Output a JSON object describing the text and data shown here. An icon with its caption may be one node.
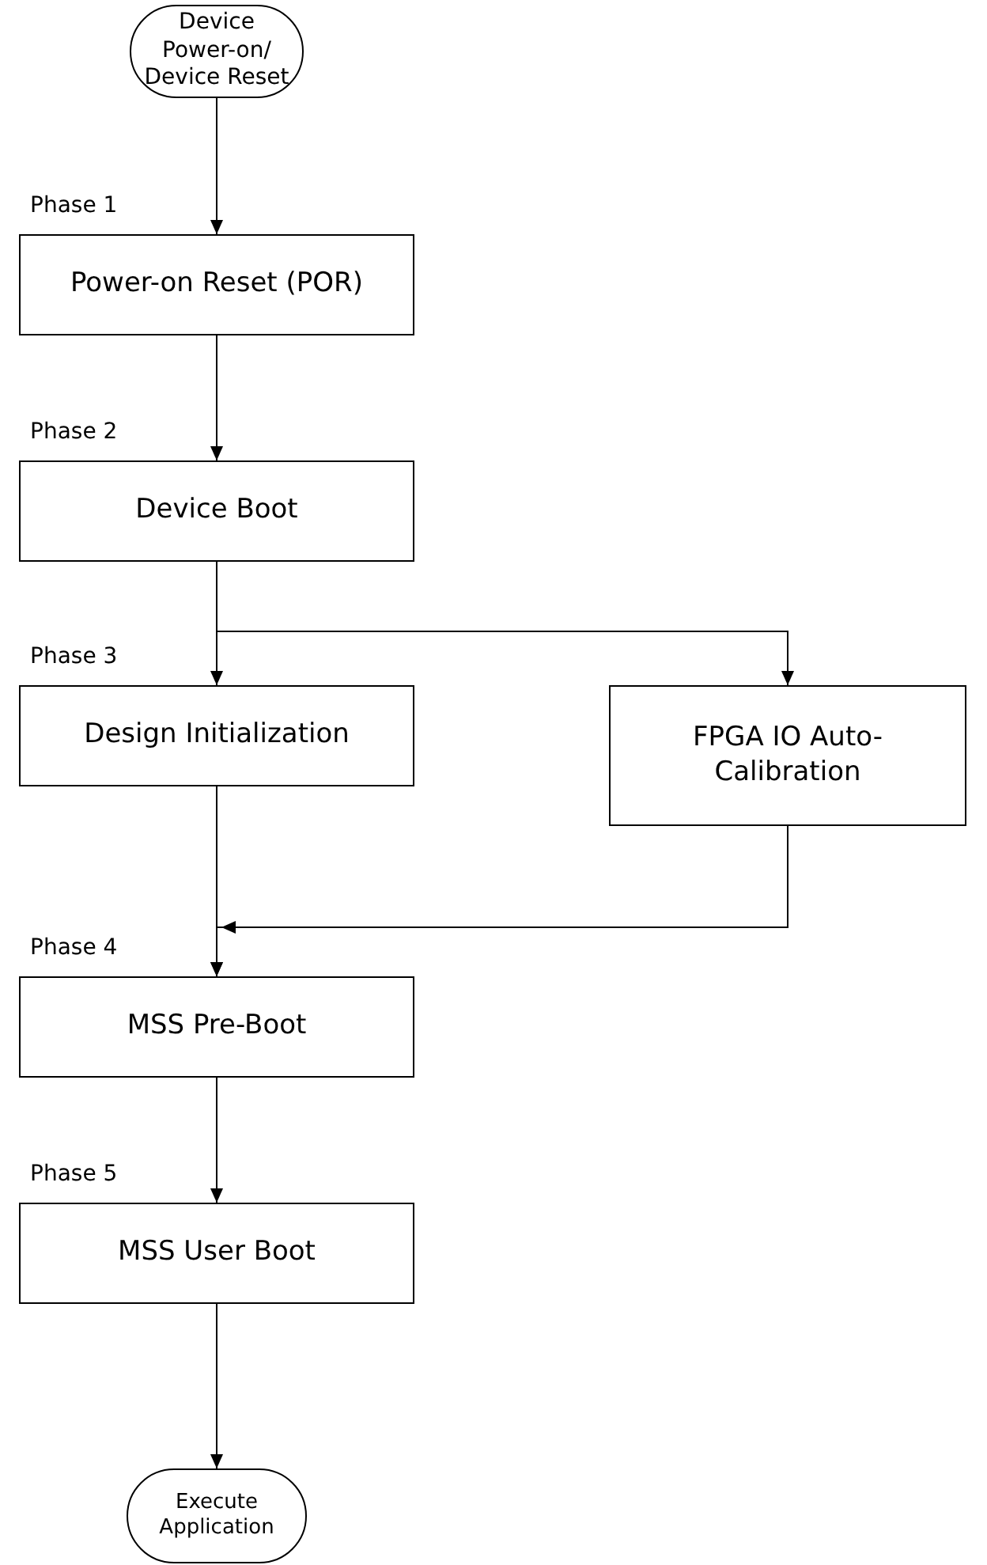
{
  "diagram": {
    "nodes": [
      {
        "text": [
          "Device Power-on/ Device Reset"
        ]
      },
      {
        "text": [
          "Power-on Reset (POR)"
        ],
        "beside": [
          "Phase 1"
        ]
      },
      {
        "text": [
          "Device Boot"
        ],
        "beside": [
          "Phase 2"
        ]
      },
      {
        "text": [
          "Design Initialization"
        ],
        "beside": [
          "Phase 3"
        ]
      },
      {
        "text": [
          "FPGA IO Auto-Calibration"
        ]
      },
      {
        "text": [
          "MSS Pre-Boot"
        ],
        "beside": [
          "Phase 4"
        ]
      },
      {
        "text": [
          "MSS User Boot"
        ],
        "beside": [
          "Phase 5"
        ]
      },
      {
        "text": [
          "Execute Application"
        ]
      }
    ],
    "edges": [
      {
        "from": 0,
        "to": 1,
        "arrow": "to"
      },
      {
        "from": 1,
        "to": 2,
        "arrow": "to"
      },
      {
        "from": 2,
        "to": 3,
        "arrow": "to"
      },
      {
        "from": 2,
        "to": 4,
        "arrow": "to"
      },
      {
        "from": 3,
        "to": 5,
        "arrow": "to"
      },
      {
        "from": 4,
        "to": 5,
        "arrow": "to"
      },
      {
        "from": 5,
        "to": 6,
        "arrow": "to"
      },
      {
        "from": 6,
        "to": 7,
        "arrow": "to"
      }
    ]
  }
}
